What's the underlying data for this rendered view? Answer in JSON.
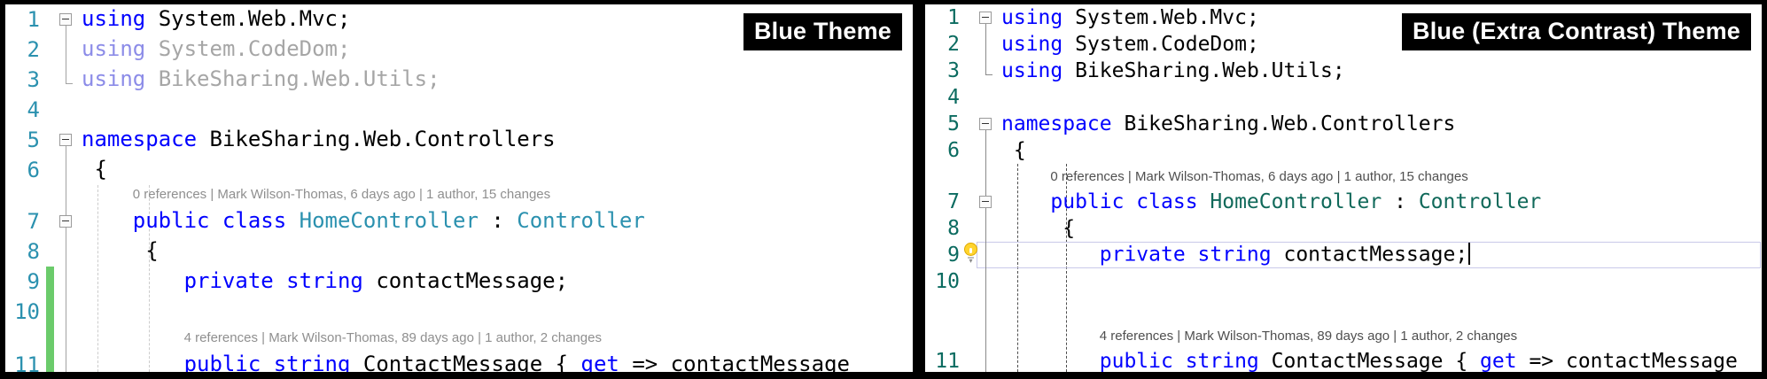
{
  "panels": [
    {
      "badge": "Blue Theme",
      "theme": {
        "keyword": "#0000FF",
        "text": "#000000",
        "type_name": "#2B91AF",
        "faded_keyword": "#8C8CE8",
        "faded_text": "#A6A6A6",
        "line_number": "#2B91AF",
        "codelens": "#8F8F8F",
        "indent_guide": "#CCCCCC",
        "outline": "#A3A3A3",
        "change_bar": "#6BCB6B"
      },
      "rows": [
        {
          "kind": "code",
          "num": "1",
          "fold": "box-down",
          "indent": 0,
          "tokens": [
            [
              "kw",
              "using"
            ],
            [
              "txt",
              " System.Web.Mvc;"
            ]
          ]
        },
        {
          "kind": "code",
          "num": "2",
          "fold": "line",
          "indent": 0,
          "tokens": [
            [
              "fkw",
              "using"
            ],
            [
              "ftx",
              " System.CodeDom;"
            ]
          ]
        },
        {
          "kind": "code",
          "num": "3",
          "fold": "foot",
          "indent": 0,
          "tokens": [
            [
              "fkw",
              "using"
            ],
            [
              "ftx",
              " BikeSharing.Web.Utils;"
            ]
          ]
        },
        {
          "kind": "code",
          "num": "4",
          "fold": "none",
          "indent": 0,
          "tokens": []
        },
        {
          "kind": "code",
          "num": "5",
          "fold": "box-down",
          "indent": 0,
          "tokens": [
            [
              "kw",
              "namespace"
            ],
            [
              "txt",
              " BikeSharing.Web.Controllers"
            ]
          ]
        },
        {
          "kind": "code",
          "num": "6",
          "fold": "line",
          "indent": 1,
          "tokens": [
            [
              "txt",
              "{"
            ]
          ]
        },
        {
          "kind": "lens",
          "fold": "line",
          "indent": 4,
          "text": "0 references | Mark Wilson-Thomas, 6 days ago | 1 author, 15 changes"
        },
        {
          "kind": "code",
          "num": "7",
          "fold": "box-line",
          "indent": 4,
          "tokens": [
            [
              "kw",
              "public class "
            ],
            [
              "typ",
              "HomeController"
            ],
            [
              "txt",
              " : "
            ],
            [
              "typ",
              "Controller"
            ]
          ]
        },
        {
          "kind": "code",
          "num": "8",
          "fold": "line",
          "indent": 5,
          "tokens": [
            [
              "txt",
              "{"
            ]
          ]
        },
        {
          "kind": "code",
          "num": "9",
          "fold": "line",
          "indent": 8,
          "bar": true,
          "tokens": [
            [
              "kw",
              "private string "
            ],
            [
              "txt",
              "contactMessage;"
            ]
          ]
        },
        {
          "kind": "code",
          "num": "10",
          "fold": "line",
          "indent": 0,
          "bar": true,
          "tokens": []
        },
        {
          "kind": "lens",
          "fold": "line",
          "indent": 8,
          "bar": true,
          "text": "4 references | Mark Wilson-Thomas, 89 days ago | 1 author, 2 changes"
        },
        {
          "kind": "code",
          "num": "11",
          "fold": "line",
          "indent": 8,
          "bar": true,
          "tokens": [
            [
              "kw",
              "public string "
            ],
            [
              "txt",
              "ContactMessage { "
            ],
            [
              "kw",
              "get"
            ],
            [
              "txt",
              " => contactMessage"
            ]
          ]
        }
      ]
    },
    {
      "badge": "Blue (Extra Contrast) Theme",
      "theme": {
        "keyword": "#0000FF",
        "text": "#000000",
        "type_name": "#10695A",
        "line_number": "#0B6B60",
        "codelens": "#4F4F4F",
        "indent_guide": "#4D4D4D",
        "outline": "#8A8A8A",
        "current_line_border": "#C9C9E9",
        "lightbulb": "#FFD42E"
      },
      "rows": [
        {
          "kind": "code",
          "num": "1",
          "fold": "box-down",
          "indent": 0,
          "tokens": [
            [
              "kw",
              "using"
            ],
            [
              "txt",
              " System.Web.Mvc;"
            ]
          ]
        },
        {
          "kind": "code",
          "num": "2",
          "fold": "line",
          "indent": 0,
          "tokens": [
            [
              "kw",
              "using"
            ],
            [
              "txt",
              " System.CodeDom;"
            ]
          ]
        },
        {
          "kind": "code",
          "num": "3",
          "fold": "foot",
          "indent": 0,
          "tokens": [
            [
              "kw",
              "using"
            ],
            [
              "txt",
              " BikeSharing.Web.Utils;"
            ]
          ]
        },
        {
          "kind": "code",
          "num": "4",
          "fold": "none",
          "indent": 0,
          "tokens": []
        },
        {
          "kind": "code",
          "num": "5",
          "fold": "box-down",
          "indent": 0,
          "tokens": [
            [
              "kw",
              "namespace"
            ],
            [
              "txt",
              " BikeSharing.Web.Controllers"
            ]
          ]
        },
        {
          "kind": "code",
          "num": "6",
          "fold": "line",
          "indent": 1,
          "tokens": [
            [
              "txt",
              "{"
            ]
          ]
        },
        {
          "kind": "lens",
          "fold": "line",
          "indent": 4,
          "text": "0 references | Mark Wilson-Thomas, 6 days ago | 1 author, 15 changes"
        },
        {
          "kind": "code",
          "num": "7",
          "fold": "box-line",
          "indent": 4,
          "tokens": [
            [
              "kw",
              "public class "
            ],
            [
              "typ",
              "HomeController"
            ],
            [
              "txt",
              " : "
            ],
            [
              "typ",
              "Controller"
            ]
          ]
        },
        {
          "kind": "code",
          "num": "8",
          "fold": "line",
          "indent": 5,
          "tokens": [
            [
              "txt",
              "{"
            ]
          ]
        },
        {
          "kind": "code",
          "num": "9",
          "fold": "line",
          "indent": 8,
          "bulb": true,
          "caret": true,
          "curline": true,
          "tokens": [
            [
              "kw",
              "private string "
            ],
            [
              "txt",
              "contactMessage;"
            ]
          ]
        },
        {
          "kind": "code",
          "num": "10",
          "fold": "line",
          "indent": 0,
          "tokens": []
        },
        {
          "kind": "lens",
          "fold": "line",
          "indent": 8,
          "text": "4 references | Mark Wilson-Thomas, 89 days ago | 1 author, 2 changes"
        },
        {
          "kind": "code",
          "num": "11",
          "fold": "line",
          "indent": 8,
          "tokens": [
            [
              "kw",
              "public string "
            ],
            [
              "txt",
              "ContactMessage { "
            ],
            [
              "kw",
              "get"
            ],
            [
              "txt",
              " => contactMessage"
            ]
          ]
        }
      ]
    }
  ]
}
